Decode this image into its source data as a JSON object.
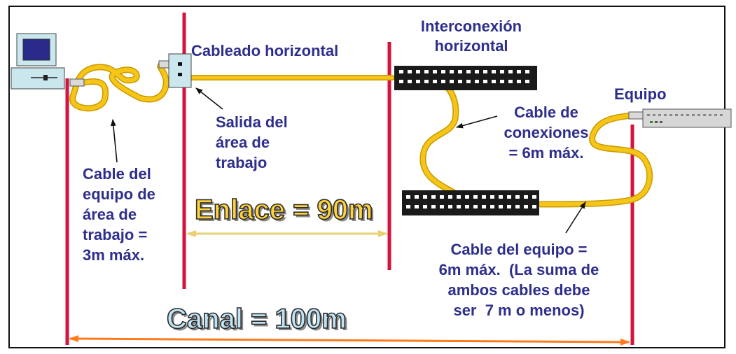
{
  "labels": {
    "cableado_horizontal": "Cableado horizontal",
    "interconexion": "Interconexión\nhorizontal",
    "equipo": "Equipo",
    "salida": "Salida del\nárea de\ntrabajo",
    "cable_area_trabajo": "Cable del\nequipo de\nárea de\ntrabajo =\n3m máx.",
    "cable_conexiones": "Cable de\nconexiones\n= 6m máx.",
    "cable_equipo": "Cable del equipo =\n6m máx.  (La suma de\nambos cables debe\nser  7 m o menos)",
    "enlace": "Enlace = 90m",
    "canal": "Canal = 100m"
  },
  "colors": {
    "cable": "#f5c518",
    "cable_edge": "#c99a00",
    "boundary": "#d4143c",
    "arrow_enlace": "#e8d070",
    "arrow_canal": "#ff7a1a",
    "text": "#2e2e8c",
    "panel": "#1a1a1a"
  },
  "icons": [
    "computer-icon",
    "wall-outlet-icon",
    "patch-panel-icon",
    "network-equipment-icon"
  ]
}
